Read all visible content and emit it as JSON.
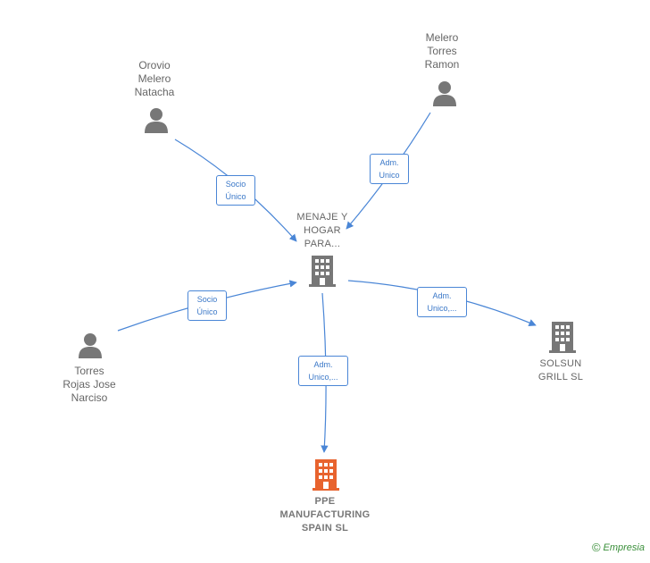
{
  "nodes": {
    "menaje": {
      "label": "MENAJE Y\nHOGAR\nPARA...",
      "kind": "company",
      "color": "#777777"
    },
    "orovio": {
      "label": "Orovio\nMelero\nNatacha",
      "kind": "person"
    },
    "melero": {
      "label": "Melero\nTorres\nRamon",
      "kind": "person"
    },
    "torres": {
      "label": "Torres\nRojas Jose\nNarciso",
      "kind": "person"
    },
    "solsun": {
      "label": "SOLSUN\nGRILL  SL",
      "kind": "company",
      "color": "#777777"
    },
    "ppe": {
      "label": "PPE\nMANUFACTURING\nSPAIN  SL",
      "kind": "company",
      "color": "#e8632e"
    }
  },
  "edges": [
    {
      "from": "orovio",
      "to": "menaje",
      "label": "Socio\nÚnico"
    },
    {
      "from": "melero",
      "to": "menaje",
      "label": "Adm.\nUnico"
    },
    {
      "from": "torres",
      "to": "menaje",
      "label": "Socio\nÚnico"
    },
    {
      "from": "menaje",
      "to": "solsun",
      "label": "Adm.\nUnico,..."
    },
    {
      "from": "menaje",
      "to": "ppe",
      "label": "Adm.\nUnico,..."
    }
  ],
  "footer": {
    "copyright": "©",
    "brand": "Empresia"
  },
  "colors": {
    "edge": "#4a86d6",
    "person": "#777777",
    "focus": "#e8632e"
  }
}
